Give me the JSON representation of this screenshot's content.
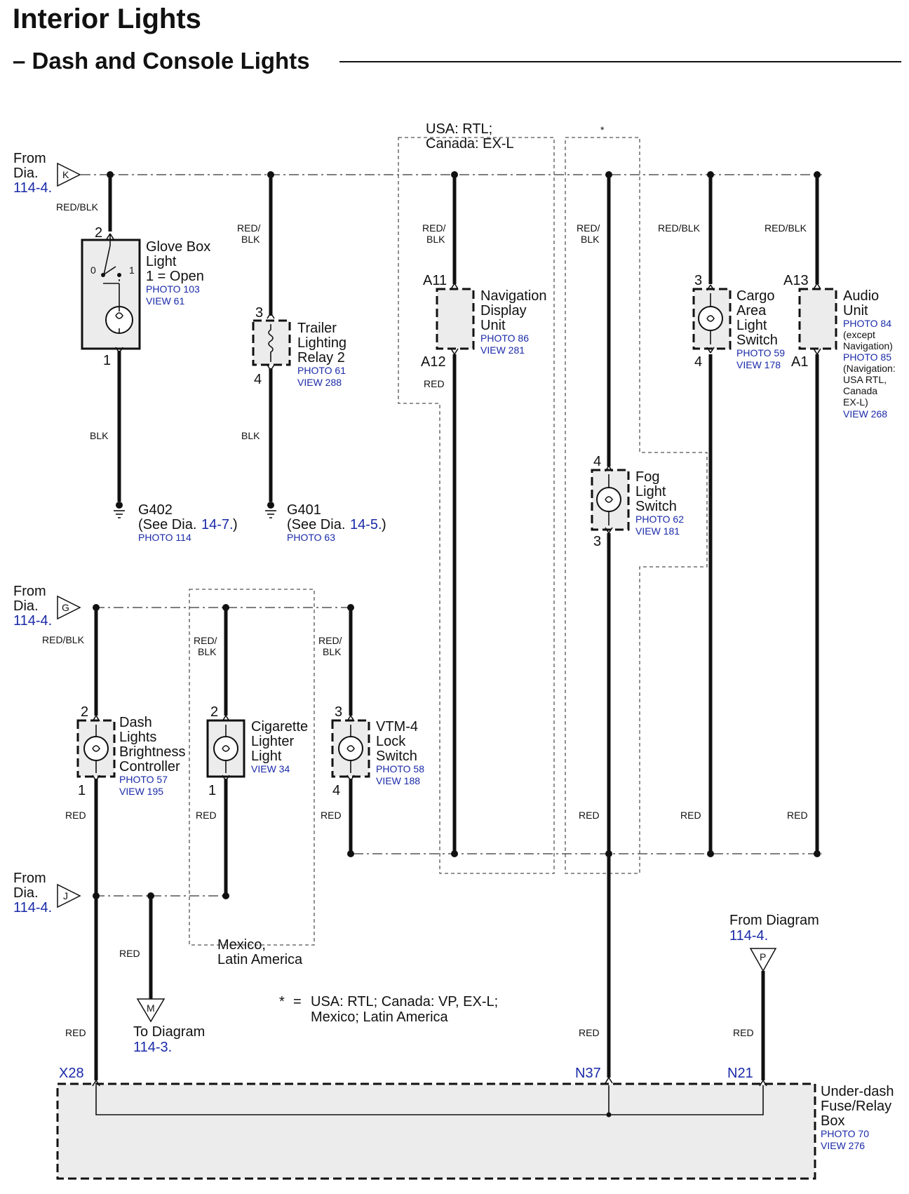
{
  "title": "Interior Lights",
  "subtitle": "– Dash and Console Lights",
  "connectors": {
    "K": {
      "letter": "K",
      "from_line1": "From",
      "from_line2": "Dia.",
      "ref": "114-4."
    },
    "G": {
      "letter": "G",
      "from_line1": "From",
      "from_line2": "Dia.",
      "ref": "114-4."
    },
    "J": {
      "letter": "J",
      "from_line1": "From",
      "from_line2": "Dia.",
      "ref": "114-4."
    },
    "P": {
      "letter": "P",
      "from_line1": "From Diagram",
      "ref": "114-4."
    },
    "M": {
      "letter": "M",
      "to_line1": "To Diagram",
      "ref": "114-3."
    }
  },
  "region_labels": {
    "usa_rtl_line1": "USA: RTL;",
    "usa_rtl_line2": "Canada: EX-L",
    "star": "*",
    "mexico_line1": "Mexico,",
    "mexico_line2": "Latin America",
    "footnote_star": "*",
    "footnote_eq": "=",
    "footnote_line1": "USA: RTL; Canada: VP, EX-L;",
    "footnote_line2": "Mexico; Latin America"
  },
  "wire_colors": {
    "red_blk": "RED/BLK",
    "red_slash": "RED/",
    "blk": "BLK",
    "red": "RED"
  },
  "components": {
    "glove_box": {
      "line1": "Glove Box",
      "line2": "Light",
      "line3": "1 = Open",
      "photo": "PHOTO 103",
      "view": "VIEW 61",
      "pin_top": "2",
      "pin_bottom": "1",
      "sw0": "0",
      "sw1": "1"
    },
    "trailer_relay": {
      "line1": "Trailer",
      "line2": "Lighting",
      "line3": "Relay 2",
      "photo": "PHOTO 61",
      "view": "VIEW 288",
      "pin_top": "3",
      "pin_bottom": "4"
    },
    "nav_display": {
      "line1": "Navigation",
      "line2": "Display",
      "line3": "Unit",
      "photo": "PHOTO 86",
      "view": "VIEW 281",
      "pin_top": "A11",
      "pin_bottom": "A12"
    },
    "fog_switch": {
      "line1": "Fog",
      "line2": "Light",
      "line3": "Switch",
      "photo": "PHOTO 62",
      "view": "VIEW 181",
      "pin_top": "4",
      "pin_bottom": "3"
    },
    "cargo_switch": {
      "line1": "Cargo",
      "line2": "Area",
      "line3": "Light",
      "line4": "Switch",
      "photo": "PHOTO 59",
      "view": "VIEW 178",
      "pin_top": "3",
      "pin_bottom": "4"
    },
    "audio_unit": {
      "line1": "Audio",
      "line2": "Unit",
      "photo1": "PHOTO 84",
      "note1": "(except",
      "note2": "Navigation)",
      "photo2": "PHOTO 85",
      "note3": "(Navigation:",
      "note4": "USA RTL,",
      "note5": "Canada",
      "note6": "EX-L)",
      "view": "VIEW 268",
      "pin_top": "A13",
      "pin_bottom": "A1"
    },
    "dash_controller": {
      "line1": "Dash",
      "line2": "Lights",
      "line3": "Brightness",
      "line4": "Controller",
      "photo": "PHOTO 57",
      "view": "VIEW 195",
      "pin_top": "2",
      "pin_bottom": "1"
    },
    "cig_lighter": {
      "line1": "Cigarette",
      "line2": "Lighter",
      "line3": "Light",
      "view": "VIEW 34",
      "pin_top": "2",
      "pin_bottom": "1"
    },
    "vtm4_switch": {
      "line1": "VTM-4",
      "line2": "Lock",
      "line3": "Switch",
      "photo": "PHOTO 58",
      "view": "VIEW 188",
      "pin_top": "3",
      "pin_bottom": "4"
    },
    "fuse_box": {
      "line1": "Under-dash",
      "line2": "Fuse/Relay",
      "line3": "Box",
      "photo": "PHOTO 70",
      "view": "VIEW 276",
      "pin_x28": "X28",
      "pin_n37": "N37",
      "pin_n21": "N21"
    }
  },
  "grounds": {
    "g402": {
      "name": "G402",
      "see_pre": "(See Dia.",
      "ref": "14-7.",
      "close": ")",
      "photo": "PHOTO 114"
    },
    "g401": {
      "name": "G401",
      "see_pre": "(See Dia.",
      "ref": "14-5.",
      "close": ")",
      "photo": "PHOTO 63"
    }
  }
}
